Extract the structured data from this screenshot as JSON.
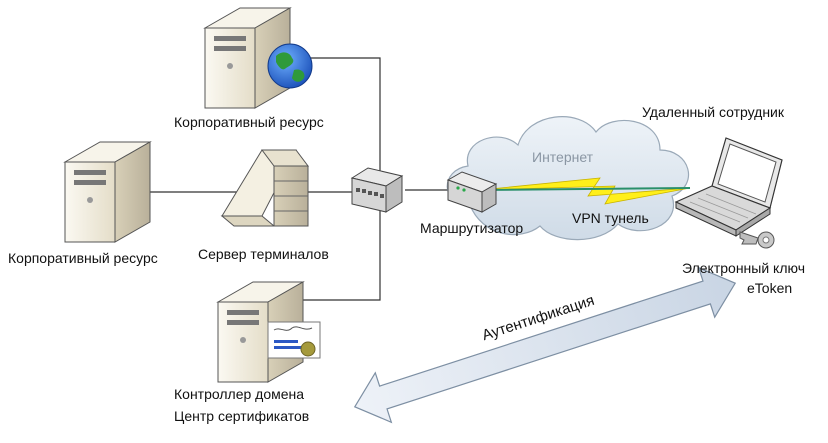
{
  "labels": {
    "corp_resource_top": "Корпоративный ресурс",
    "corp_resource_left": "Корпоративный ресурс",
    "terminal_server": "Сервер терминалов",
    "router": "Маршрутизатор",
    "internet": "Интернет",
    "vpn_tunnel": "VPN тунель",
    "remote_employee": "Удаленный сотрудник",
    "etoken_line1": "Электронный ключ",
    "etoken_line2": "eToken",
    "domain_controller_line1": "Контроллер домена",
    "domain_controller_line2": "Центр сертификатов",
    "authentication": "Аутентификация"
  },
  "colors": {
    "line": "#333333",
    "cloud": "#dde6ef",
    "cloud_edge": "#9aa9b8",
    "arrow_fill": "#dde6f2",
    "arrow_edge": "#7d8fa3",
    "lightning": "#ffef1a",
    "tower": "#f1ede0",
    "tower_shade": "#cfc8b4"
  },
  "icons": [
    "globe-icon",
    "certificate-icon",
    "key-icon",
    "lightning-icon"
  ]
}
